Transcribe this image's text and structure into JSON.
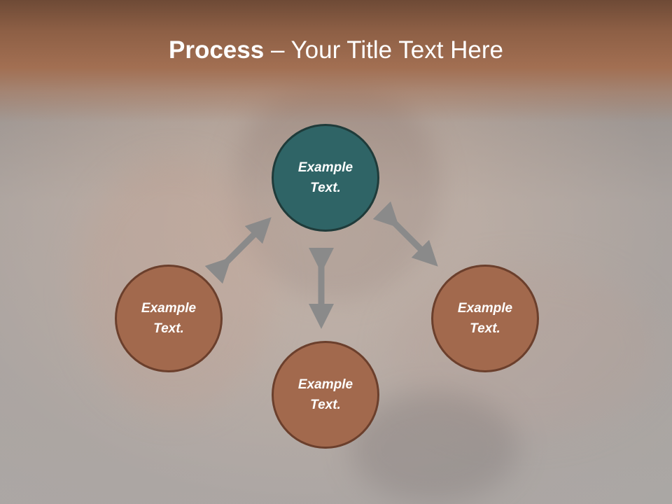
{
  "slide": {
    "title_bold": "Process",
    "title_rest": " – Your Title Text Here"
  },
  "circles": [
    {
      "label": "Example Text.",
      "color": "#2f6466"
    },
    {
      "label": "Example Text.",
      "color": "#a2694d"
    },
    {
      "label": "Example Text.",
      "color": "#a2694d"
    },
    {
      "label": "Example Text.",
      "color": "#a2694d"
    }
  ],
  "arrows": {
    "color": "#8a8a8a"
  }
}
